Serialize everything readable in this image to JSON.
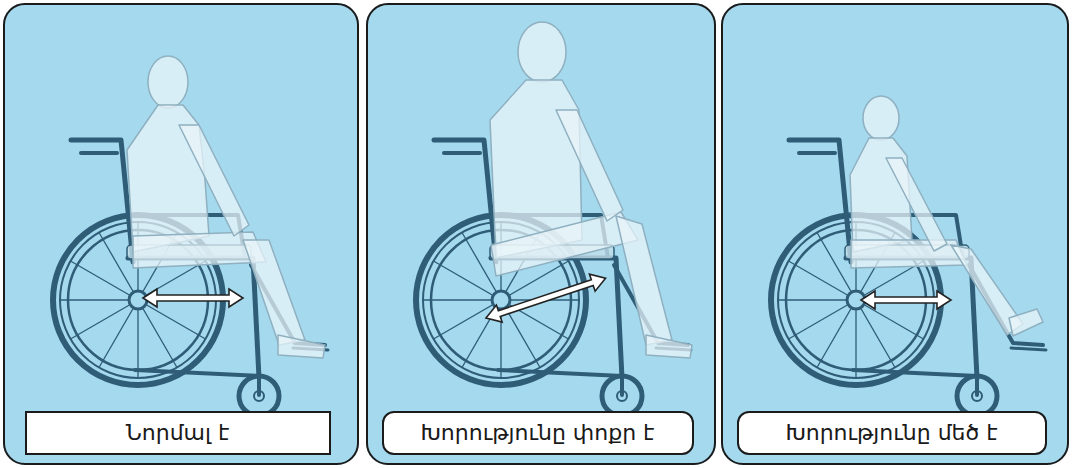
{
  "diagram": {
    "nodes": [
      {
        "text": [
          "Նորմալ է"
        ]
      },
      {
        "text": [
          "Խորությունը փոքր է"
        ]
      },
      {
        "text": [
          "Խորությունը մեծ է"
        ]
      }
    ]
  }
}
